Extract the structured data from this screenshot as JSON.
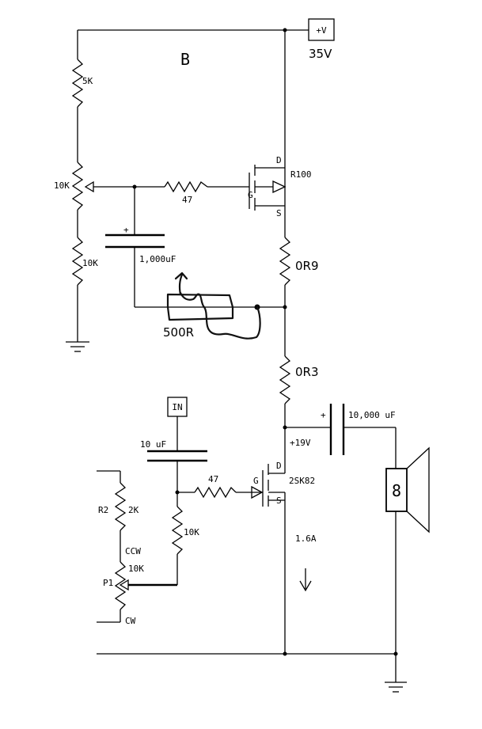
{
  "labels": {
    "section_letter": "B",
    "supply_box": "+V",
    "supply_voltage": "35V",
    "r_top": "5K",
    "pot_top": "10K",
    "r_gate_top": "47",
    "r_bottom_divider": "10K",
    "cap_top_plus": "+",
    "cap_top_value": "1,000uF",
    "mosfet_top_part": "R100",
    "mosfet_top_d": "D",
    "mosfet_top_g": "G",
    "mosfet_top_s": "S",
    "r_source_top": "0R9",
    "handwritten_resistor": "500R",
    "r_source_bottom": "0R3",
    "input_box": "IN",
    "cap_in_value": "10 uF",
    "node_voltage": "+19V",
    "cap_out_plus": "+",
    "cap_out_value": "10,000 uF",
    "r_gate_bottom": "47",
    "mosfet_bot_part": "2SK82",
    "mosfet_bot_d": "D",
    "mosfet_bot_g": "G",
    "mosfet_bot_s": "S",
    "r_bias": "10K",
    "r2_name": "R2",
    "r2_value": "2K",
    "ccw": "CCW",
    "p1_name": "P1",
    "p1_value": "10K",
    "cw": "CW",
    "current": "1.6A",
    "speaker_impedance": "8"
  }
}
